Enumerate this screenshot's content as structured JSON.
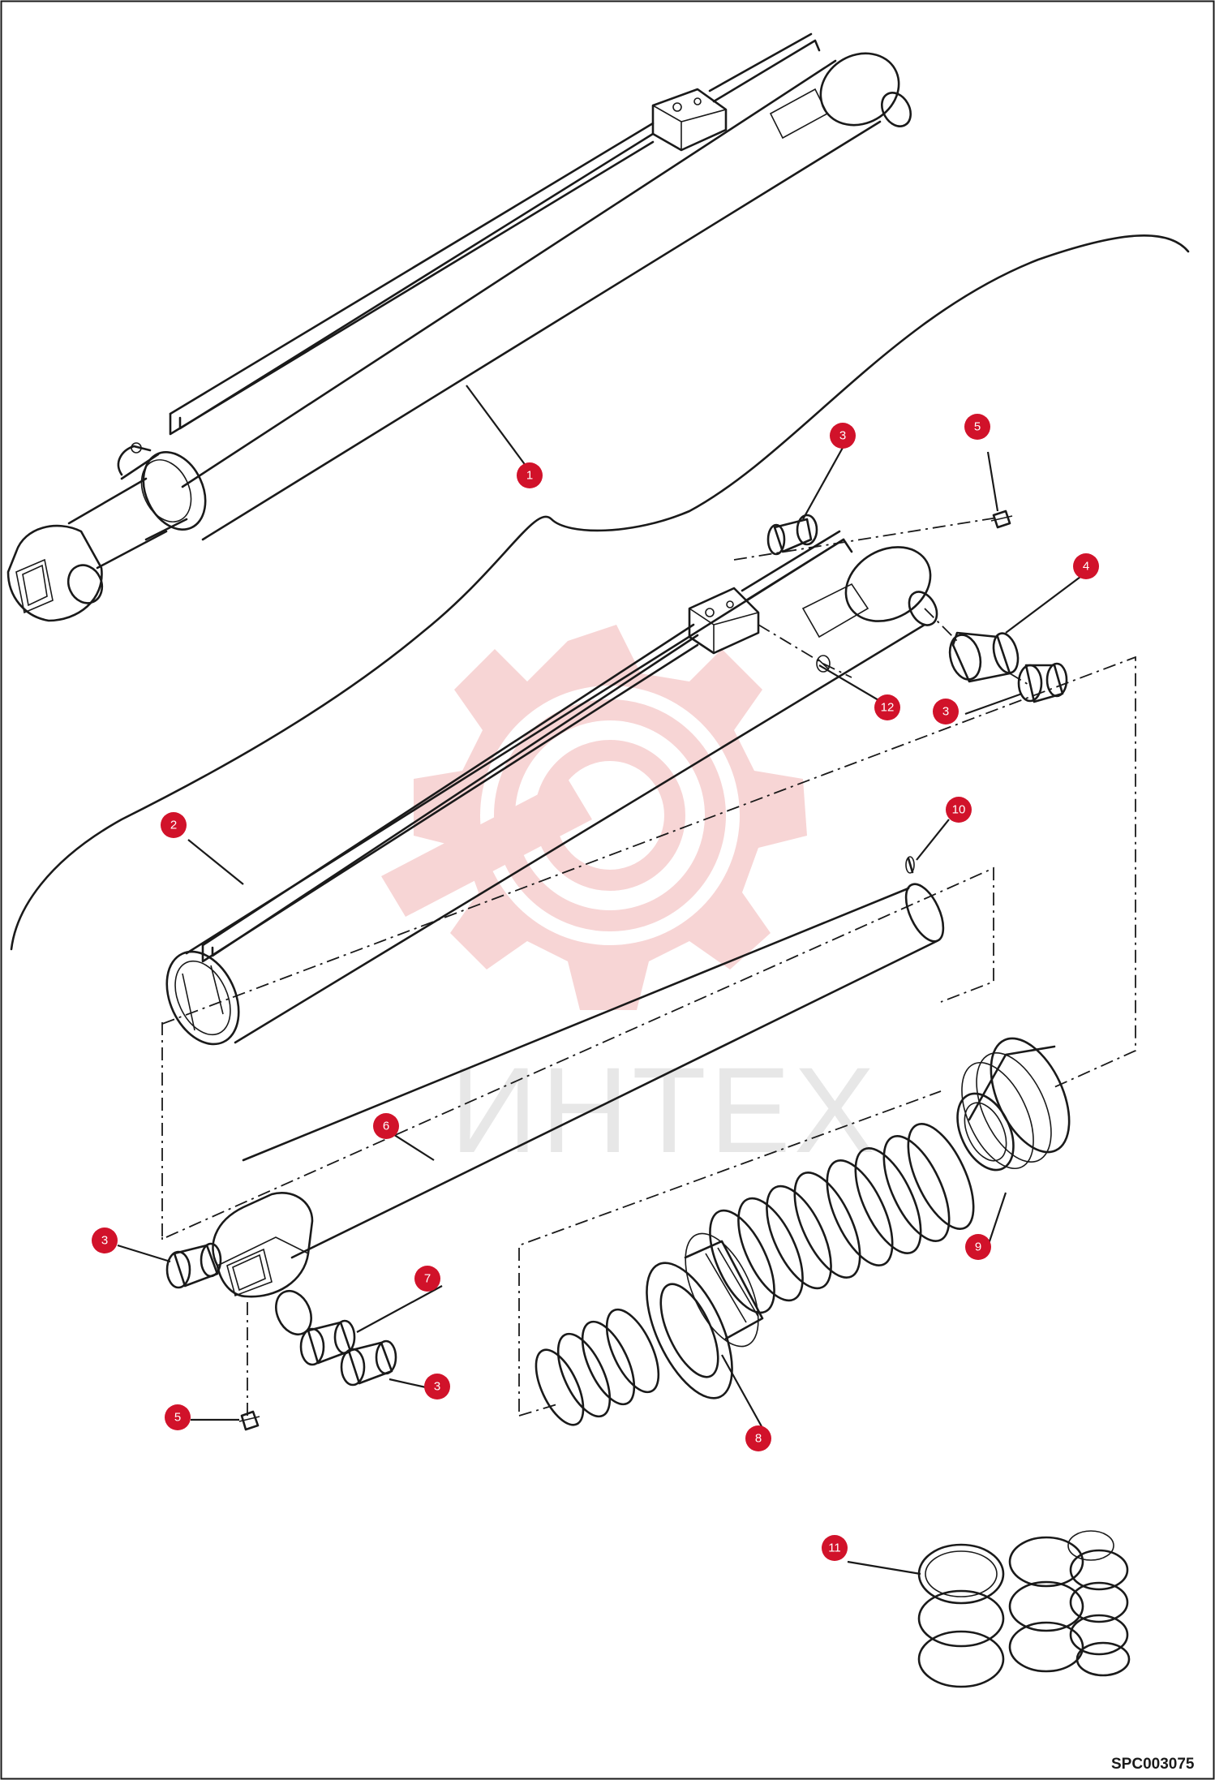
{
  "diagram": {
    "drawing_code": "SPC003075",
    "watermark_text": "ИНТЕХ",
    "colors": {
      "callout_fill": "#d1122a",
      "line": "#1a1a1a",
      "watermark": "#f6d7d7"
    },
    "callouts": [
      {
        "id": "c1",
        "label": "1"
      },
      {
        "id": "c2",
        "label": "2"
      },
      {
        "id": "c3a",
        "label": "3"
      },
      {
        "id": "c5a",
        "label": "5"
      },
      {
        "id": "c4",
        "label": "4"
      },
      {
        "id": "c12",
        "label": "12"
      },
      {
        "id": "c3b",
        "label": "3"
      },
      {
        "id": "c10",
        "label": "10"
      },
      {
        "id": "c6",
        "label": "6"
      },
      {
        "id": "c3c",
        "label": "3"
      },
      {
        "id": "c7",
        "label": "7"
      },
      {
        "id": "c3d",
        "label": "3"
      },
      {
        "id": "c5b",
        "label": "5"
      },
      {
        "id": "c8",
        "label": "8"
      },
      {
        "id": "c9",
        "label": "9"
      },
      {
        "id": "c11",
        "label": "11"
      }
    ]
  }
}
